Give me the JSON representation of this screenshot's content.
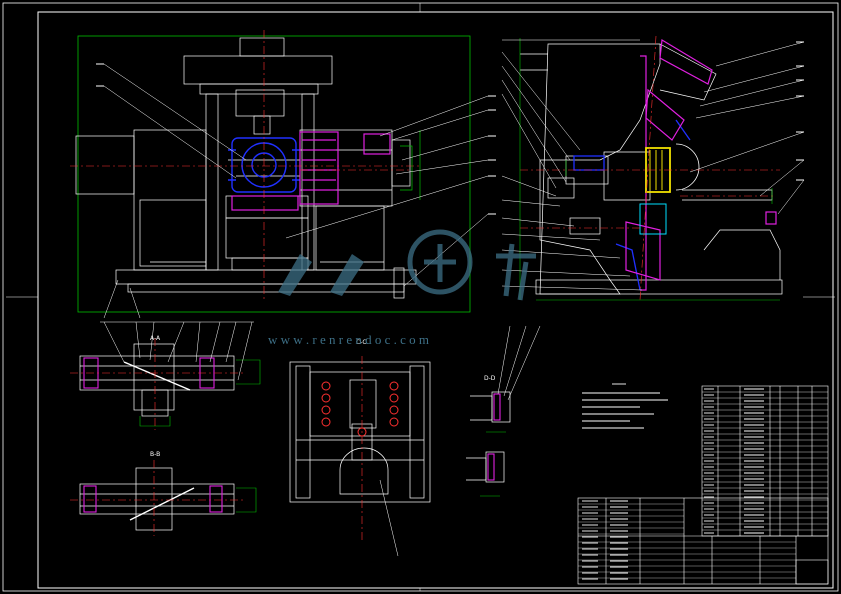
{
  "drawing": {
    "watermark_url": "w w w . r e n r e n d o c . c o m",
    "section_labels": [
      "A-A",
      "B-B",
      "C-C",
      "D-D"
    ],
    "colors": {
      "background": "#000000",
      "line": "#ffffff",
      "center_line": "#ff3030",
      "frame": "#00c000",
      "hidden": "#2030ff",
      "hatch": "#e020e0",
      "accent": "#f0e000",
      "cyan": "#00e0ff",
      "watermark": "#3d6f86"
    },
    "icons": [
      "watermark-logo-icon"
    ]
  }
}
